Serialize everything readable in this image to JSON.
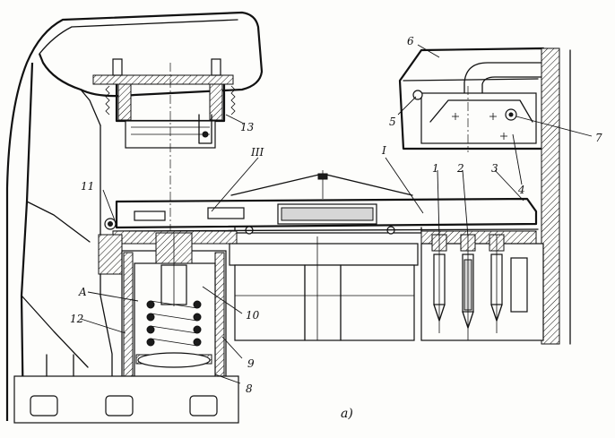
{
  "figure": {
    "caption": "a)",
    "callouts": {
      "c1": "1",
      "c2": "2",
      "c3": "3",
      "c4": "4",
      "c5": "5",
      "c6": "6",
      "c7": "7",
      "c8": "8",
      "c9": "9",
      "c10": "10",
      "c11": "11",
      "c12": "12",
      "c13": "13",
      "cA": "A",
      "cI": "I",
      "cIII": "III"
    }
  }
}
